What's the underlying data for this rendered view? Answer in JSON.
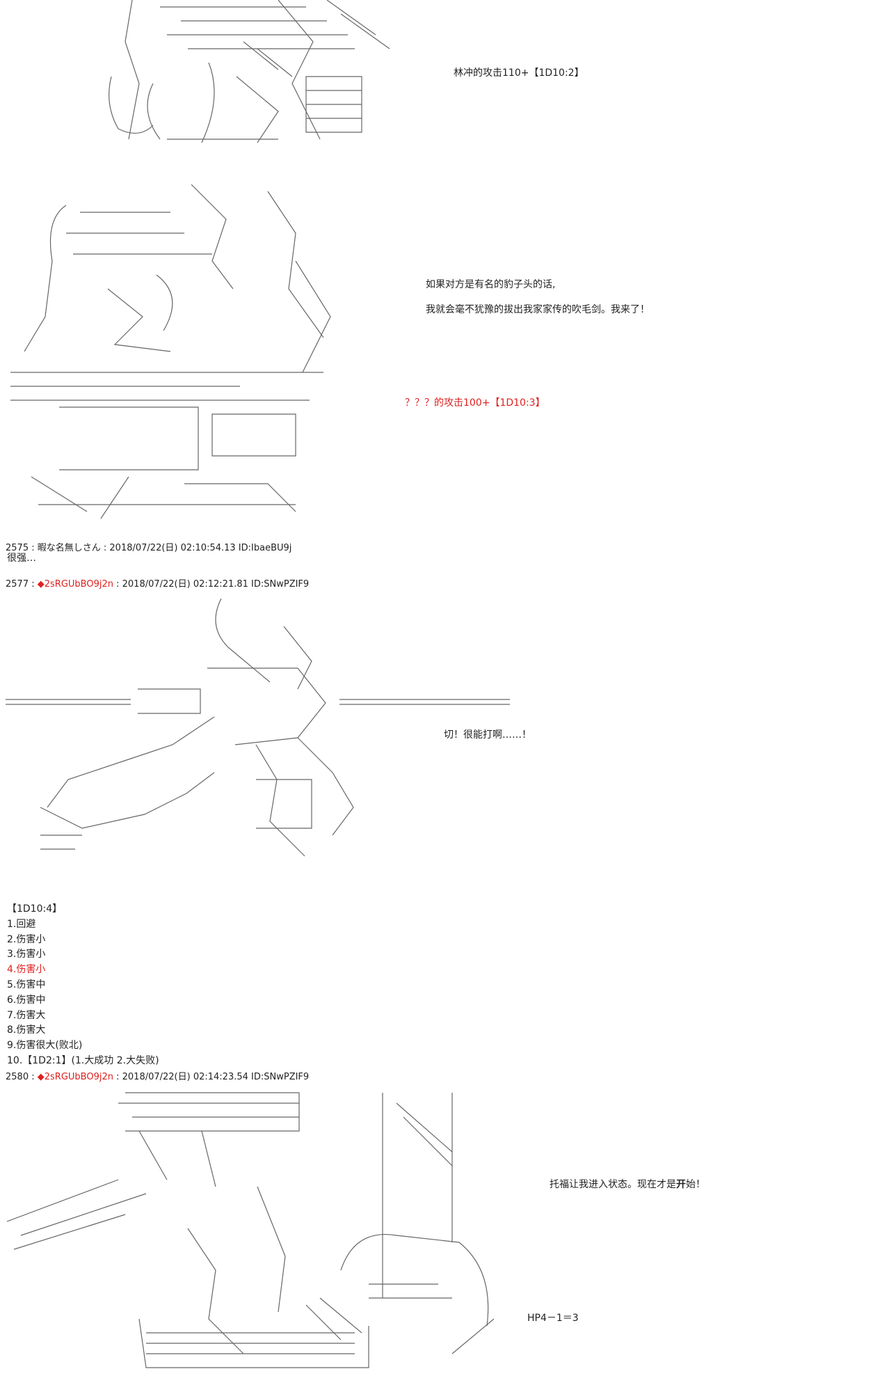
{
  "dialog": {
    "lin_chong_attack": "林冲的攻击110+【1D10:2】",
    "line1": "如果对方是有名的豹子头的话,",
    "line2": "我就会毫不犹豫的拔出我家家传的吹毛剑。我来了！",
    "unknown_attack": "？？？的攻击100+【1D10:3】",
    "cut_line": "切！很能打啊……！",
    "thanks_line_part1": "托福让我进入状态。现在才是",
    "thanks_line_bold": "开",
    "thanks_line_part2": "始！",
    "hp_line": "HP4－1＝3"
  },
  "posts": [
    {
      "number": "2575",
      "sep": " : ",
      "name": "暇な名無しさん",
      "meta": " : 2018/07/22(日) 02:10:54.13 ID:IbaeBU9j",
      "body": "很强…"
    },
    {
      "number": "2577",
      "sep": " : ",
      "name": "◆2sRGUbBO9j2n",
      "meta": " : 2018/07/22(日) 02:12:21.81 ID:SNwPZIF9"
    },
    {
      "number": "2580",
      "sep": " : ",
      "name": "◆2sRGUbBO9j2n",
      "meta": " : 2018/07/22(日) 02:14:23.54 ID:SNwPZIF9"
    }
  ],
  "roll_list": {
    "header": "【1D10:4】",
    "items": [
      {
        "label": "1.回避",
        "highlight": false
      },
      {
        "label": "2.伤害小",
        "highlight": false
      },
      {
        "label": "3.伤害小",
        "highlight": false
      },
      {
        "label": "4.伤害小",
        "highlight": true
      },
      {
        "label": "5.伤害中",
        "highlight": false
      },
      {
        "label": "6.伤害中",
        "highlight": false
      },
      {
        "label": "7.伤害大",
        "highlight": false
      },
      {
        "label": "8.伤害大",
        "highlight": false
      },
      {
        "label": "9.伤害很大(败北)",
        "highlight": false
      },
      {
        "label": "10.【1D2:1】(1.大成功 2.大失败)",
        "highlight": false
      }
    ]
  },
  "colors": {
    "text": "#222222",
    "highlight": "#e02020",
    "ascii_art": "#555555"
  }
}
